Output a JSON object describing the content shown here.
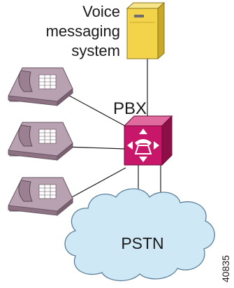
{
  "nodes": {
    "voice_messaging": {
      "label_lines": [
        "Voice",
        "messaging",
        "system"
      ],
      "icon": "server-tower-icon"
    },
    "pbx": {
      "label": "PBX",
      "icon": "pbx-switch-icon"
    },
    "phones": [
      {
        "icon": "ip-phone-icon"
      },
      {
        "icon": "ip-phone-icon"
      },
      {
        "icon": "ip-phone-icon"
      }
    ],
    "pstn": {
      "label": "PSTN",
      "icon": "cloud-icon"
    }
  },
  "figure_id": "40835",
  "colors": {
    "server_body": "#f2d34a",
    "pbx_body": "#c8176a",
    "phone_body": "#a98f9f",
    "cloud_fill": "#cfe8f6",
    "line": "#1a1a1a"
  }
}
